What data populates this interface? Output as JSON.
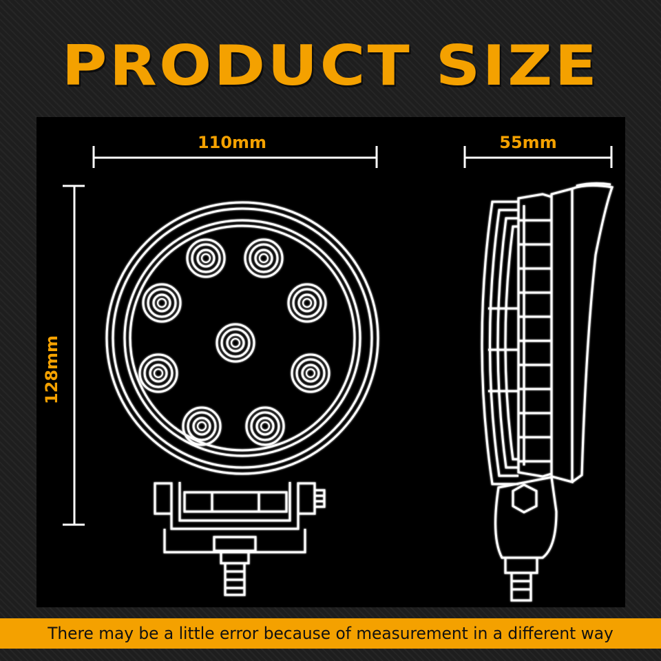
{
  "title": "PRODUCT SIZE",
  "dimensions": {
    "front_width": "110mm",
    "side_depth": "55mm",
    "height": "128mm"
  },
  "footer_note": "There may be a little error because of measurement in a different way",
  "colors": {
    "accent": "#f4a100",
    "panel": "#000000",
    "background": "#1e1e1e",
    "line_art": "#ffffff"
  },
  "led_count": 9
}
